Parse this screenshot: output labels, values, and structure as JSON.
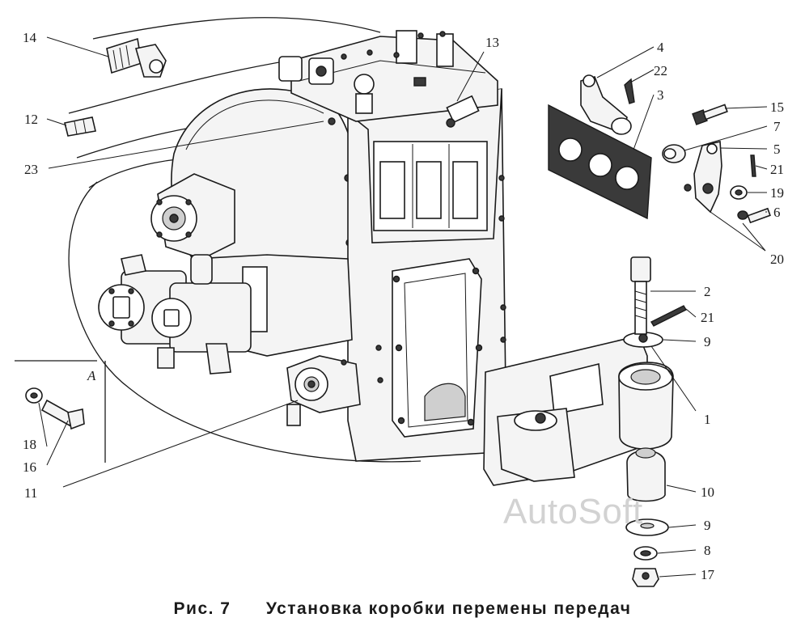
{
  "caption": {
    "figure": "Рис. 7",
    "title": "Установка коробки перемены передач"
  },
  "watermark": "AutoSoft",
  "view_label": "A",
  "callouts": [
    {
      "id": "c14",
      "text": "14"
    },
    {
      "id": "c12",
      "text": "12"
    },
    {
      "id": "c23",
      "text": "23"
    },
    {
      "id": "c13",
      "text": "13"
    },
    {
      "id": "c4",
      "text": "4"
    },
    {
      "id": "c22",
      "text": "22"
    },
    {
      "id": "c3",
      "text": "3"
    },
    {
      "id": "c15",
      "text": "15"
    },
    {
      "id": "c7",
      "text": "7"
    },
    {
      "id": "c5",
      "text": "5"
    },
    {
      "id": "c21a",
      "text": "21"
    },
    {
      "id": "c19",
      "text": "19"
    },
    {
      "id": "c6",
      "text": "6"
    },
    {
      "id": "c20",
      "text": "20"
    },
    {
      "id": "c2",
      "text": "2"
    },
    {
      "id": "c21b",
      "text": "21"
    },
    {
      "id": "c9a",
      "text": "9"
    },
    {
      "id": "c1",
      "text": "1"
    },
    {
      "id": "c10",
      "text": "10"
    },
    {
      "id": "c9b",
      "text": "9"
    },
    {
      "id": "c8",
      "text": "8"
    },
    {
      "id": "c17",
      "text": "17"
    },
    {
      "id": "c18",
      "text": "18"
    },
    {
      "id": "c16",
      "text": "16"
    },
    {
      "id": "c11",
      "text": "11"
    }
  ],
  "colors": {
    "ink": "#1a1a1a",
    "paper": "#ffffff",
    "watermark": "#d2d2d2"
  }
}
